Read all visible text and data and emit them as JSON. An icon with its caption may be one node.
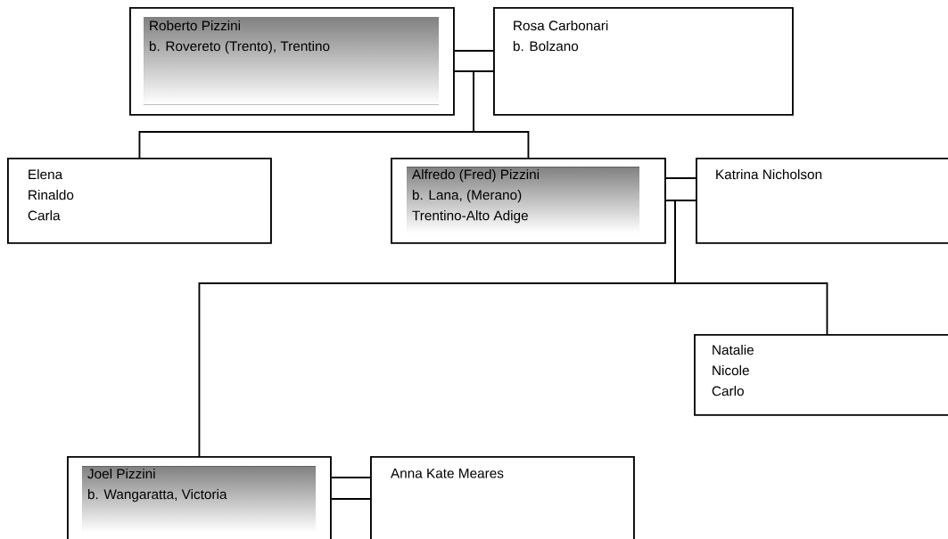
{
  "diagram": {
    "nodes": [
      {
        "text": [
          "Roberto Pizzini",
          "b. Rovereto (Trento), Trentino"
        ]
      },
      {
        "text": [
          "Rosa Carbonari",
          "b. Bolzano"
        ]
      },
      {
        "text": [
          "Elena",
          "Rinaldo",
          "Carla"
        ]
      },
      {
        "text": [
          "Alfredo (Fred) Pizzini",
          "b. Lana, (Merano)",
          "Trentino-Alto Adige"
        ]
      },
      {
        "text": [
          "Katrina Nicholson"
        ]
      },
      {
        "text": [
          "Natalie",
          "Nicole",
          "Carlo"
        ]
      },
      {
        "text": [
          "Joel Pizzini",
          "b. Wangaratta, Victoria"
        ]
      },
      {
        "text": [
          "Anna Kate Meares"
        ]
      }
    ],
    "edges": [
      {
        "from": 0,
        "to": 1,
        "arrow": "none"
      },
      {
        "from": 0,
        "to": 2,
        "arrow": "none"
      },
      {
        "from": 0,
        "to": 3,
        "arrow": "none"
      },
      {
        "from": 3,
        "to": 4,
        "arrow": "none"
      },
      {
        "from": 3,
        "to": 5,
        "arrow": "none"
      },
      {
        "from": 3,
        "to": 6,
        "arrow": "none"
      },
      {
        "from": 6,
        "to": 7,
        "arrow": "none"
      }
    ]
  }
}
